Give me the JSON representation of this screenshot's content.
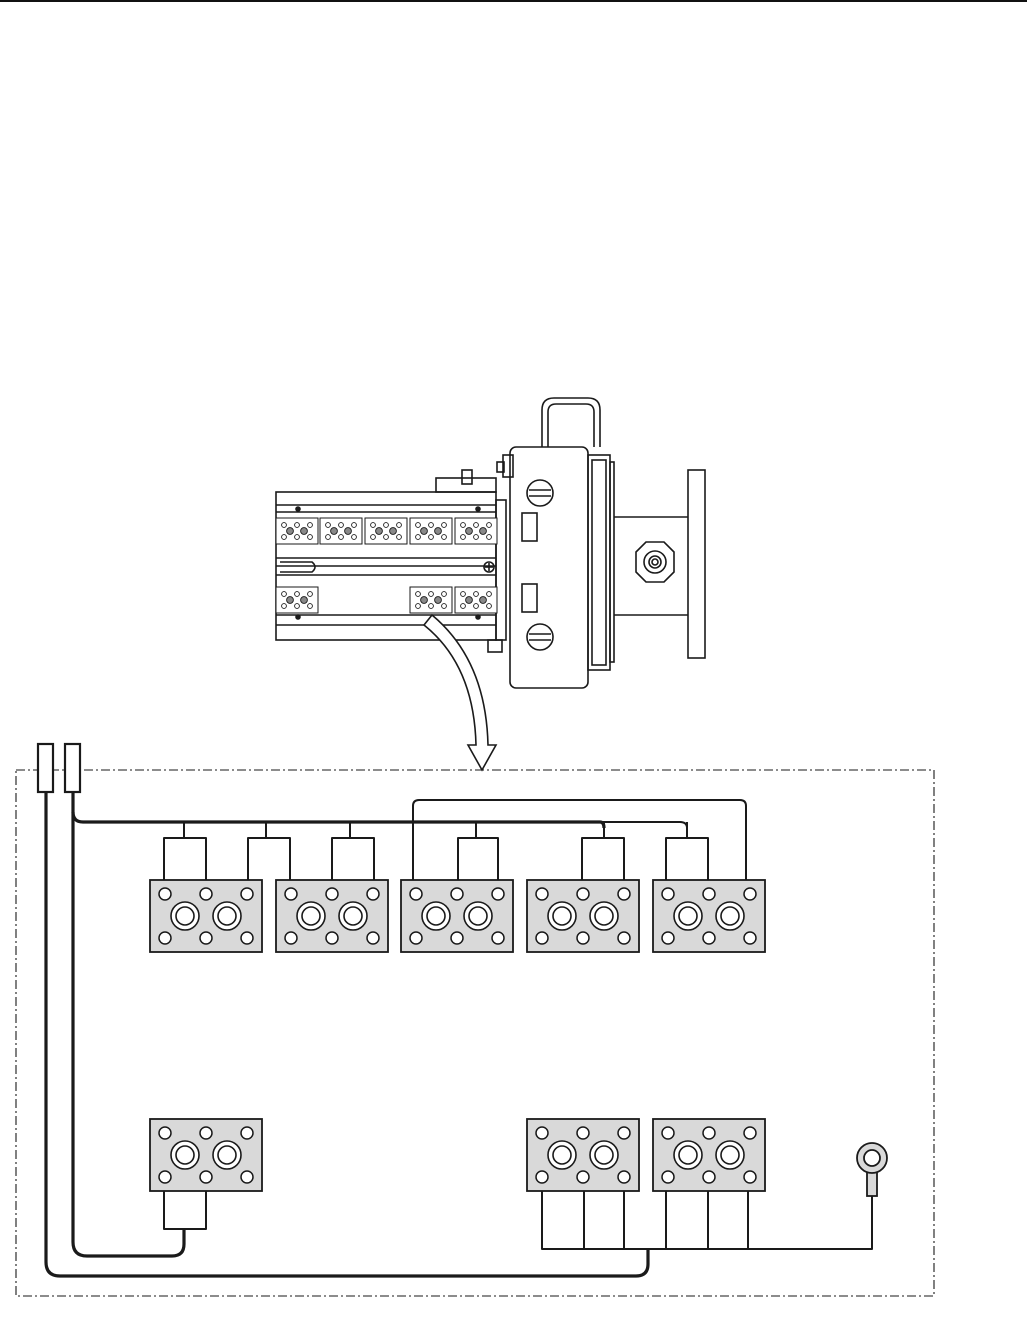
{
  "colors": {
    "ink": "#1a1a1a",
    "block_fill": "#d9d9d9",
    "background": "#ffffff"
  },
  "diagram": {
    "description_labels": [],
    "top_blocks_count": 5,
    "bottom_left_blocks_count": 1,
    "bottom_right_blocks_count": 2,
    "icons": [
      "cable-end-icon",
      "ring-terminal-icon",
      "curved-arrow-icon",
      "cable-gland-icon",
      "screw-icon"
    ]
  }
}
